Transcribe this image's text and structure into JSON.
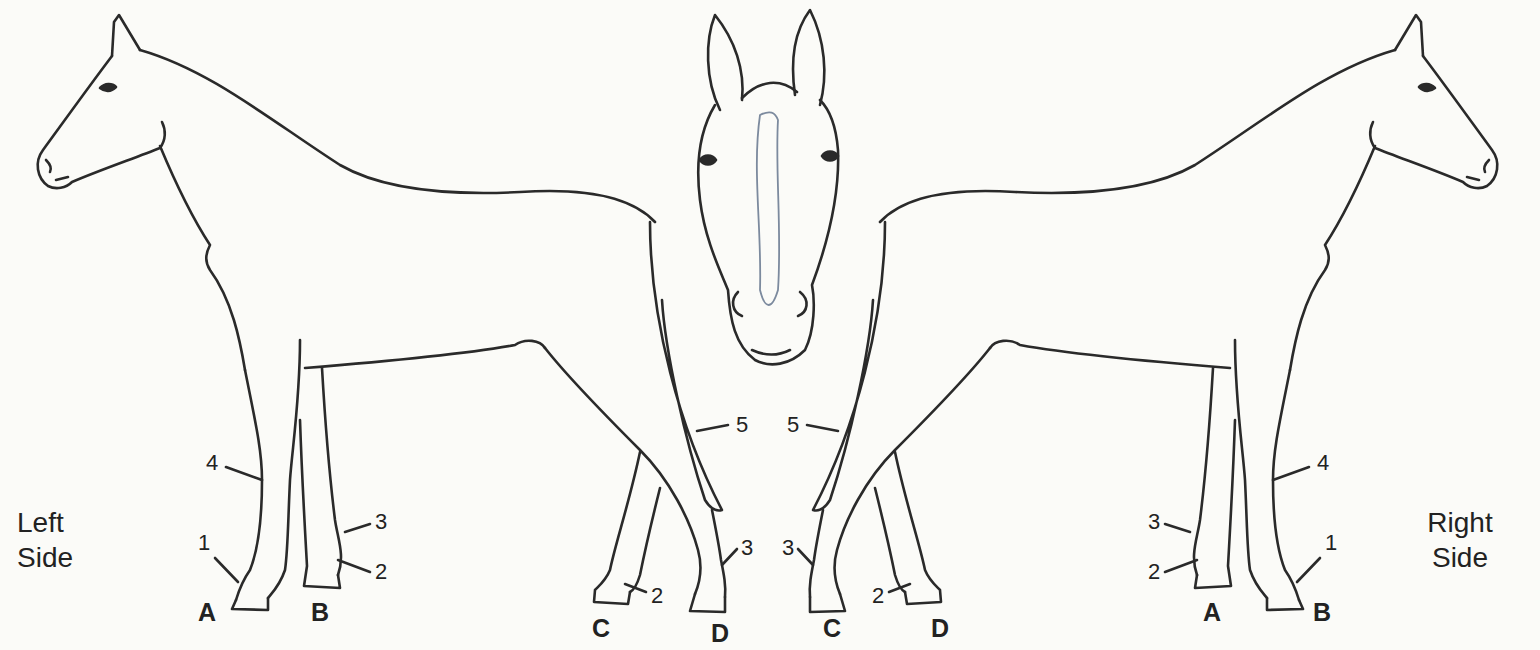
{
  "diagram": {
    "labels": [
      "4",
      "Left Side",
      "1",
      "A",
      "B",
      "3",
      "2",
      "5",
      "2",
      "C",
      "D",
      "3",
      "5",
      "3",
      "2",
      "C",
      "D",
      "3",
      "2",
      "A",
      "4",
      "1",
      "B",
      "Right Side"
    ]
  }
}
